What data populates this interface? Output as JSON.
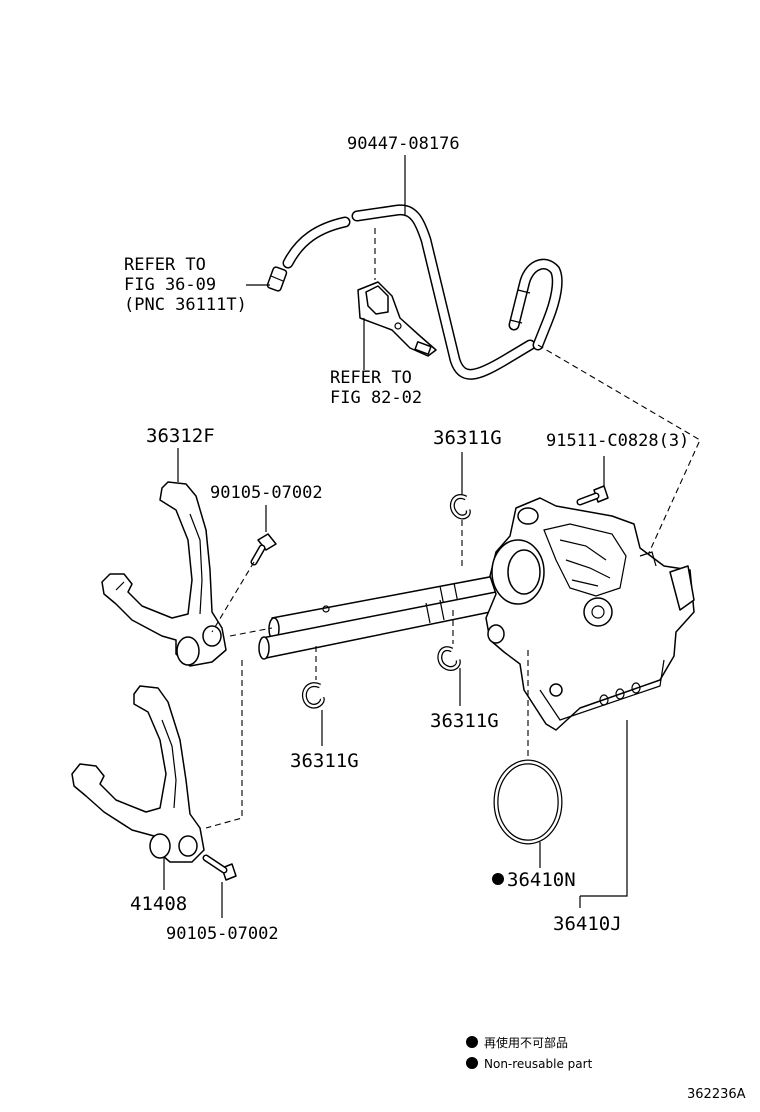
{
  "labels": {
    "hose": "90447-08176",
    "refer_fig_36_line1": "REFER TO",
    "refer_fig_36_line2": "FIG 36-09",
    "refer_fig_36_line3": "(PNC 36111T)",
    "refer_fig_82_line1": "REFER TO",
    "refer_fig_82_line2": "FIG 82-02",
    "fork_upper": "36312F",
    "snap_ring_top": "36311G",
    "bolt_top_right": "91511-C0828(3)",
    "bolt_upper": "90105-07002",
    "snap_ring_left": "36311G",
    "snap_ring_mid": "36311G",
    "fork_lower": "41408",
    "bolt_lower": "90105-07002",
    "o_ring": "36410N",
    "housing": "36410J"
  },
  "legend": {
    "japanese": "再使用不可部品",
    "english": "Non-reusable part"
  },
  "figure_id": "362236A"
}
